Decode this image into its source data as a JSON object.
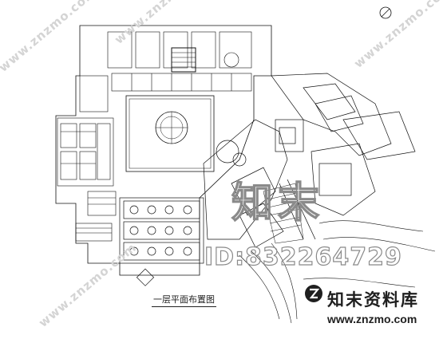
{
  "drawing": {
    "title": "一层平面布置图"
  },
  "watermarks": {
    "big_id": "ID:832264729",
    "brand_cn": "知末资料库",
    "brand_url": "www.znzmo.com",
    "brand_logo_text": "知末",
    "diagonal_text": "www.znzmo.com"
  },
  "colors": {
    "line": "#111111",
    "watermark": "#cfcfcf",
    "background": "#ffffff"
  }
}
